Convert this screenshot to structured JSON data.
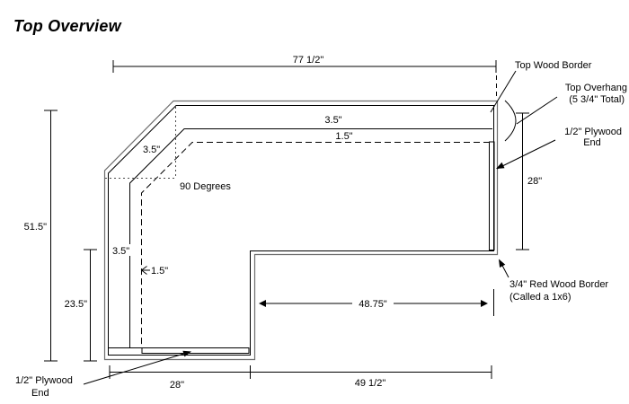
{
  "title": "Top Overview",
  "dimensions": {
    "top_width": "77 1/2\"",
    "left_height": "51.5\"",
    "left_lower_height": "23.5\"",
    "right_height": "28\"",
    "bottom_left_width": "28\"",
    "bottom_right_width": "49 1/2\"",
    "notch_width": "48.75\"",
    "border_width_top": "3.5\"",
    "inset_top": "1.5\"",
    "border_width_chamfer": "3.5\"",
    "border_width_left": "3.5\"",
    "inset_left": "1.5\"",
    "corner_angle": "90 Degrees"
  },
  "annotations": {
    "top_wood_border": "Top Wood Border",
    "top_overhang_line1": "Top Overhang",
    "top_overhang_line2": "(5 3/4\" Total)",
    "plywood_right_line1": "1/2\" Plywood",
    "plywood_right_line2": "End",
    "red_border_line1": "3/4\" Red Wood Border",
    "red_border_line2": "(Called a 1x6)",
    "plywood_bottom_line1": "1/2\" Plywood",
    "plywood_bottom_line2": "End"
  },
  "colors": {
    "line": "#000000",
    "outer_line": "#6e6e6e",
    "plywood_fill": "#9a9a9a",
    "background": "#ffffff"
  }
}
